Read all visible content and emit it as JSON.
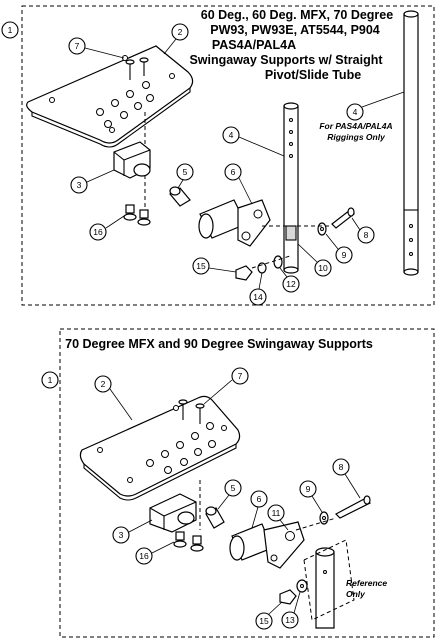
{
  "top_section": {
    "title_lines": [
      "60 Deg., 60 Deg. MFX, 70 Degree",
      "PW93, PW93E, AT5544, P904",
      "PAS4A/PAL4A",
      "Swingaway Supports w/ Straight",
      "Pivot/Slide Tube"
    ],
    "note_lines": [
      "For PAS4A/PAL4A",
      "Riggings Only"
    ],
    "section_callout": "1",
    "callouts": [
      "7",
      "2",
      "4",
      "4",
      "3",
      "5",
      "6",
      "16",
      "15",
      "14",
      "12",
      "10",
      "9",
      "8"
    ]
  },
  "bottom_section": {
    "title": "70 Degree MFX and 90 Degree Swingaway Supports",
    "note_lines": [
      "Reference",
      "Only"
    ],
    "section_callout": "1",
    "callouts": [
      "2",
      "7",
      "3",
      "5",
      "6",
      "16",
      "11",
      "9",
      "8",
      "15",
      "13"
    ]
  }
}
